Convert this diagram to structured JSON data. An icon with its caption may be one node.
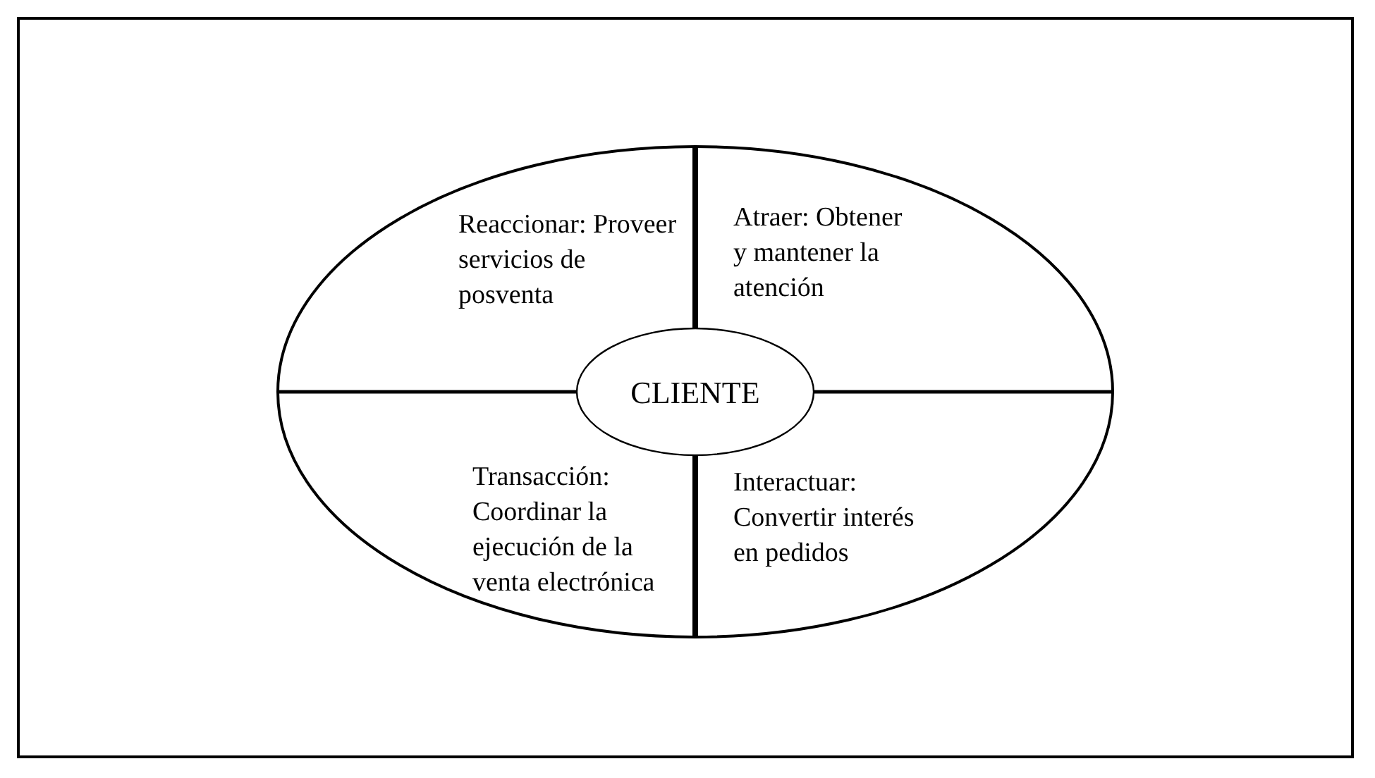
{
  "diagram": {
    "nodes": [
      {
        "text": [],
        "shape": "circle"
      },
      {
        "text": [
          "Reaccionar: Proveer servicios de posventa"
        ],
        "in": 0
      },
      {
        "text": [
          "Atraer: Obtener y mantener la atención"
        ],
        "in": 0
      },
      {
        "text": [
          "CLIENTE"
        ],
        "in": 0
      },
      {
        "text": [
          "Transacción: Coordinar la ejecución de la venta electrónica"
        ],
        "in": 0
      },
      {
        "text": [
          "Interactuar: Convertir interés en pedidos"
        ],
        "in": 0
      }
    ],
    "edges": []
  }
}
